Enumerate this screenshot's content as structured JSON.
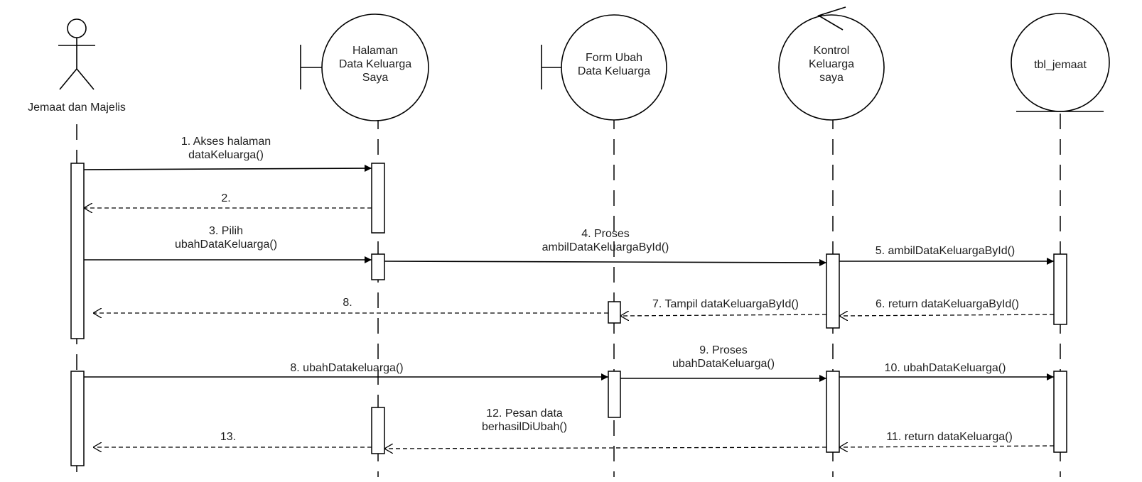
{
  "participants": [
    {
      "id": "actor",
      "kind": "actor",
      "label": "Jemaat dan Majelis"
    },
    {
      "id": "halaman",
      "kind": "boundary",
      "label": "Halaman\nData Keluarga\nSaya"
    },
    {
      "id": "form",
      "kind": "boundary",
      "label": "Form Ubah\nData Keluarga"
    },
    {
      "id": "kontrol",
      "kind": "control",
      "label": "Kontrol\nKeluarga\nsaya"
    },
    {
      "id": "tbl",
      "kind": "entity",
      "label": "tbl_jemaat"
    }
  ],
  "messages": [
    {
      "id": "m1",
      "type": "sync",
      "label": "1. Akses halaman\ndataKeluarga()"
    },
    {
      "id": "m2",
      "type": "return",
      "label": "2."
    },
    {
      "id": "m3",
      "type": "sync",
      "label": "3. Pilih\nubahDataKeluarga()"
    },
    {
      "id": "m4",
      "type": "sync",
      "label": "4. Proses\nambilDataKeluargaById()"
    },
    {
      "id": "m5",
      "type": "sync",
      "label": "5. ambilDataKeluargaById()"
    },
    {
      "id": "m6",
      "type": "return",
      "label": "6. return dataKeluargaById()"
    },
    {
      "id": "m7",
      "type": "return",
      "label": "7. Tampil dataKeluargaById()"
    },
    {
      "id": "m8a",
      "type": "return",
      "label": "8."
    },
    {
      "id": "m8b",
      "type": "sync",
      "label": "8. ubahDatakeluarga()"
    },
    {
      "id": "m9",
      "type": "sync",
      "label": "9. Proses\nubahDataKeluarga()"
    },
    {
      "id": "m10",
      "type": "sync",
      "label": "10. ubahDataKeluarga()"
    },
    {
      "id": "m11",
      "type": "return",
      "label": "11. return dataKeluarga()"
    },
    {
      "id": "m12",
      "type": "return",
      "label": "12. Pesan data\nberhasilDiUbah()"
    },
    {
      "id": "m13",
      "type": "return",
      "label": "13."
    }
  ]
}
